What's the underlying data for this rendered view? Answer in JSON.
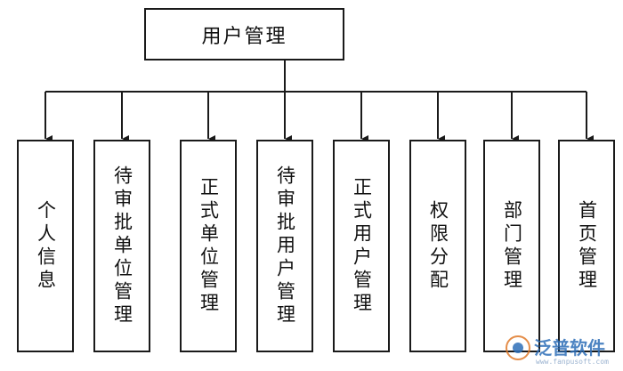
{
  "root": {
    "label": "用户管理"
  },
  "children": [
    {
      "label": "个人信息"
    },
    {
      "label": "待审批单位管理"
    },
    {
      "label": "正式单位管理"
    },
    {
      "label": "待审批用户管理"
    },
    {
      "label": "正式用户管理"
    },
    {
      "label": "权限分配"
    },
    {
      "label": "部门管理"
    },
    {
      "label": "首页管理"
    }
  ],
  "watermark": {
    "brand": "泛普软件",
    "url": "www.fanpusoft.com"
  }
}
